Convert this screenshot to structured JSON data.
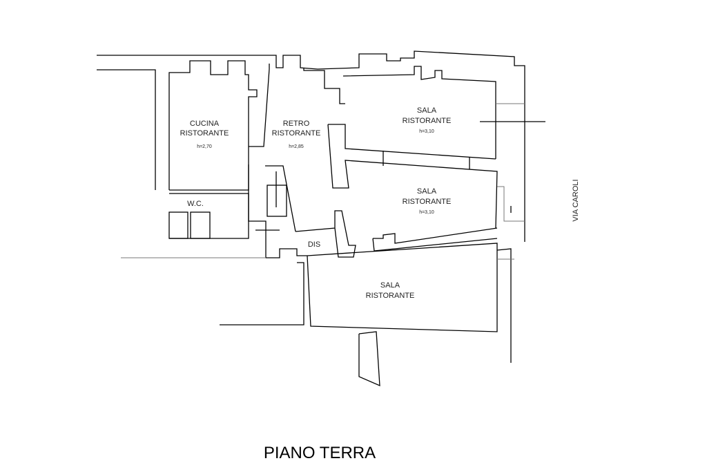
{
  "plan": {
    "title": "PIANO TERRA",
    "street": "VIA CAROLI",
    "rooms": [
      {
        "name_line1": "CUCINA",
        "name_line2": "RISTORANTE",
        "height": "h=2,70"
      },
      {
        "name_line1": "RETRO",
        "name_line2": "RISTORANTE",
        "height": "h=2,85"
      },
      {
        "name_line1": "SALA",
        "name_line2": "RISTORANTE",
        "height": "h=3,10"
      },
      {
        "name_line1": "SALA",
        "name_line2": "RISTORANTE",
        "height": "h=3,10"
      },
      {
        "name_line1": "SALA",
        "name_line2": "RISTORANTE"
      }
    ],
    "wc": "W.C.",
    "dis": "DIS"
  }
}
